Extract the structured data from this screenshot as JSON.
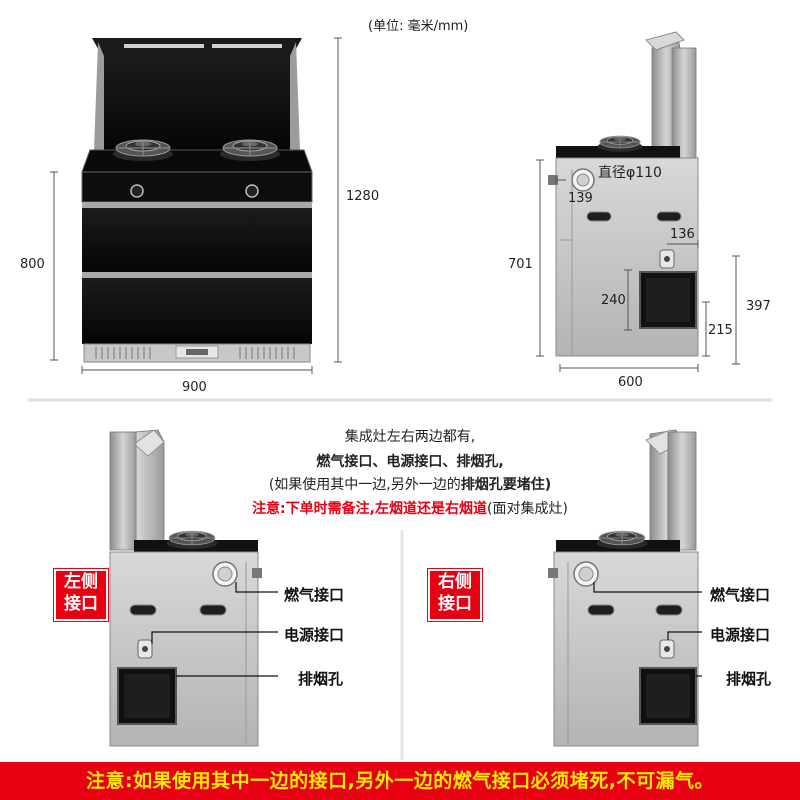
{
  "unit_note": "(单位: 毫米/mm)",
  "front_view": {
    "height_body": "800",
    "height_total": "1280",
    "width": "900"
  },
  "side_view": {
    "gas_diameter": "直径φ110",
    "gas_offset": "139",
    "power_offset": "136",
    "exhaust_height": "240",
    "exhaust_bottom": "215",
    "exhaust_top": "397",
    "body_height": "701",
    "depth": "600"
  },
  "notes": {
    "line1": "集成灶左右两边都有,",
    "line2": "燃气接口、电源接口、排烟孔,",
    "line3_normal": "(如果使用其中一边,另外一边的",
    "line3_bold": "排烟孔要堵住)",
    "line4_red": "注意:下单时需备注,左烟道还是右烟道",
    "line4_normal": "(面对集成灶)"
  },
  "left_panel": {
    "badge_line1": "左侧",
    "badge_line2": "接口",
    "gas_label": "燃气接口",
    "power_label": "电源接口",
    "exhaust_label": "排烟孔"
  },
  "right_panel": {
    "badge_line1": "右侧",
    "badge_line2": "接口",
    "gas_label": "燃气接口",
    "power_label": "电源接口",
    "exhaust_label": "排烟孔"
  },
  "footer": {
    "text": "注意:如果使用其中一边的接口,另外一边的燃气接口必须堵死,不可漏气。"
  },
  "colors": {
    "accent_red": "#e60012",
    "footer_text": "#ffea00",
    "glass_black": "#0b0b0b",
    "steel": "#c9c9c9"
  }
}
